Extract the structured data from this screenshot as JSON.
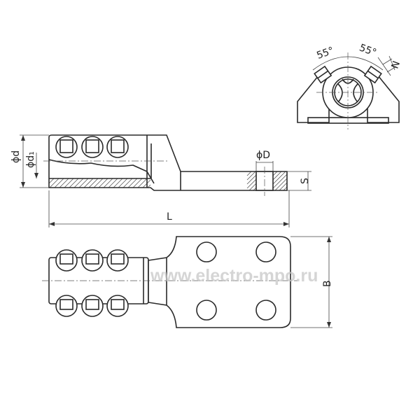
{
  "labels": {
    "angle_left": "55°",
    "angle_right": "55°",
    "N": "N",
    "d": "ϕd",
    "d1": "ϕd₁",
    "D": "ϕD",
    "S": "S",
    "L": "L",
    "B": "B"
  },
  "watermark": "www.electro-mpo.ru",
  "colors": {
    "line": "#2a2a2a",
    "watermark": "#c8c8c8"
  }
}
